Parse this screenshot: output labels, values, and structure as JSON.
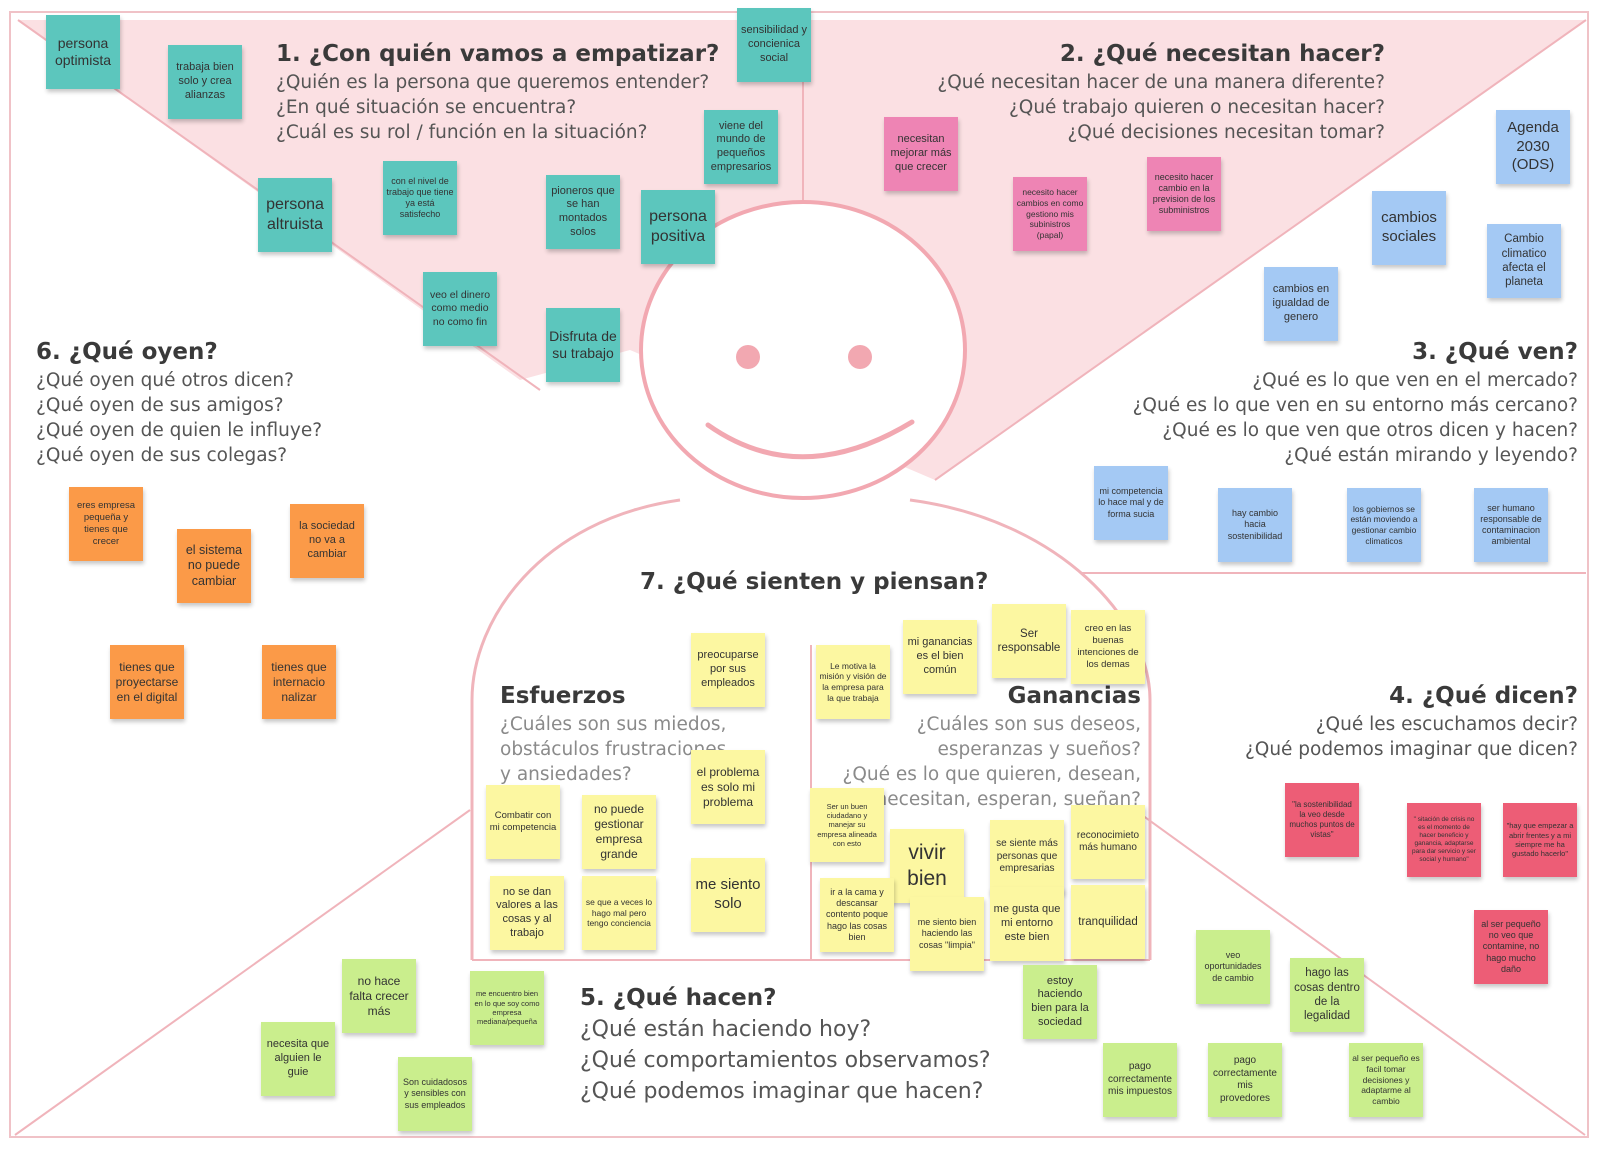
{
  "sections": {
    "s1": {
      "title": "1. ¿Con quién vamos a empatizar?",
      "lines": [
        "¿Quién es la persona que queremos entender?",
        "¿En qué situación se encuentra?",
        "¿Cuál es su rol / función en la situación?"
      ]
    },
    "s2": {
      "title": "2. ¿Qué necesitan hacer?",
      "lines": [
        "¿Qué necesitan hacer de una manera diferente?",
        "¿Qué trabajo quieren o necesitan hacer?",
        "¿Qué decisiones necesitan tomar?"
      ]
    },
    "s3": {
      "title": "3. ¿Qué ven?",
      "lines": [
        "¿Qué es lo que ven en el mercado?",
        "¿Qué es lo que ven en su entorno más cercano?",
        "¿Qué es lo que ven que otros dicen y hacen?",
        "¿Qué están mirando y leyendo?"
      ]
    },
    "s4": {
      "title": "4. ¿Qué dicen?",
      "lines": [
        "¿Qué les escuchamos decir?",
        "¿Qué podemos imaginar que dicen?"
      ]
    },
    "s5": {
      "title": "5. ¿Qué hacen?",
      "lines": [
        "¿Qué están haciendo hoy?",
        "¿Qué comportamientos observamos?",
        "¿Qué podemos imaginar que hacen?"
      ]
    },
    "s6": {
      "title": "6. ¿Qué oyen?",
      "lines": [
        "¿Qué oyen qué otros dicen?",
        "¿Qué oyen de sus amigos?",
        "¿Qué oyen de quien le influye?",
        "¿Qué oyen de sus colegas?"
      ]
    },
    "s7": {
      "title": "7. ¿Qué sienten y piensan?",
      "lines": []
    },
    "esfuerzos": {
      "title": "Esfuerzos",
      "lines": [
        "¿Cuáles son sus miedos,",
        "obstáculos frustraciones",
        "y ansiedades?"
      ]
    },
    "ganancias": {
      "title": "Ganancias",
      "lines": [
        "¿Cuáles son sus deseos,",
        "esperanzas y sueños?",
        "¿Qué es lo que quieren, desean,",
        "necesitan, esperan, sueñan?"
      ]
    }
  },
  "notes": [
    {
      "text": "persona optimista",
      "color": "teal"
    },
    {
      "text": "trabaja bien solo y crea alianzas",
      "color": "teal"
    },
    {
      "text": "sensibilidad y concienica social",
      "color": "teal"
    },
    {
      "text": "viene del mundo de pequeños empresarios",
      "color": "teal"
    },
    {
      "text": "persona altruista",
      "color": "teal"
    },
    {
      "text": "con el nivel de trabajo que tiene ya está satisfecho",
      "color": "teal"
    },
    {
      "text": "pioneros que se han montados solos",
      "color": "teal"
    },
    {
      "text": "persona positiva",
      "color": "teal"
    },
    {
      "text": "veo el dinero como medio no como fin",
      "color": "teal"
    },
    {
      "text": "Disfruta de su trabajo",
      "color": "teal"
    },
    {
      "text": "necesitan mejorar más que crecer",
      "color": "pink"
    },
    {
      "text": "necesito hacer cambios en como gestiono mis subinistros (papal)",
      "color": "pink"
    },
    {
      "text": "necesito hacer cambio en la prevision de los subministros",
      "color": "pink"
    },
    {
      "text": "Agenda 2030 (ODS)",
      "color": "blue"
    },
    {
      "text": "cambios sociales",
      "color": "blue"
    },
    {
      "text": "Cambio climatico afecta el planeta",
      "color": "blue"
    },
    {
      "text": "cambios en igualdad de genero",
      "color": "blue"
    },
    {
      "text": "mi competencia lo hace mal y de forma sucia",
      "color": "blue"
    },
    {
      "text": "hay cambio hacia sostenibilidad",
      "color": "blue"
    },
    {
      "text": "los gobiernos se están moviendo a gestionar cambio climaticos",
      "color": "blue"
    },
    {
      "text": "ser humano responsable de contaminacion ambiental",
      "color": "blue"
    },
    {
      "text": "eres empresa pequeña y tienes que crecer",
      "color": "orange"
    },
    {
      "text": "el sistema no puede cambiar",
      "color": "orange"
    },
    {
      "text": "la sociedad no va a cambiar",
      "color": "orange"
    },
    {
      "text": "tienes que proyectarse en el digital",
      "color": "orange"
    },
    {
      "text": "tienes que internacio nalizar",
      "color": "orange"
    },
    {
      "text": "preocuparse por sus empleados",
      "color": "yellow"
    },
    {
      "text": "el problema es solo mi problema",
      "color": "yellow"
    },
    {
      "text": "Combatir con mi competencia",
      "color": "yellow"
    },
    {
      "text": "no puede gestionar empresa grande",
      "color": "yellow"
    },
    {
      "text": "me siento solo",
      "color": "yellow"
    },
    {
      "text": "no se dan valores a las cosas y al trabajo",
      "color": "yellow"
    },
    {
      "text": "se que a veces lo hago mal pero tengo conciencia",
      "color": "yellow"
    },
    {
      "text": "Le motiva la misión y visión de la empresa para la que trabaja",
      "color": "yellow"
    },
    {
      "text": "mi ganancias es el bien común",
      "color": "yellow"
    },
    {
      "text": "Ser responsable",
      "color": "yellow"
    },
    {
      "text": "creo en las buenas intenciones de los demas",
      "color": "yellow"
    },
    {
      "text": "Ser un buen ciudadano y manejar su empresa alineada con esto",
      "color": "yellow"
    },
    {
      "text": "vivir bien",
      "color": "yellow"
    },
    {
      "text": "se siente más personas que empresarias",
      "color": "yellow"
    },
    {
      "text": "reconocimieto más humano",
      "color": "yellow"
    },
    {
      "text": "ir a la cama y descansar contento poque hago las cosas bien",
      "color": "yellow"
    },
    {
      "text": "me siento bien haciendo las cosas \"limpia\"",
      "color": "yellow"
    },
    {
      "text": "me gusta que mi entorno este bien",
      "color": "yellow"
    },
    {
      "text": "tranquilidad",
      "color": "yellow"
    },
    {
      "text": "\"la sostenibilidad la veo desde muchos puntos de vistas\"",
      "color": "red"
    },
    {
      "text": "\" sitación de crisis no es el momento de hacer beneficio y ganancia, adaptarse para dar servicio y ser social y humano\"",
      "color": "red"
    },
    {
      "text": "\"hay que empezar a abrir frentes y a mi siempre me ha gustado hacerlo\"",
      "color": "red"
    },
    {
      "text": "al ser pequeño no veo que contamine, no hago mucho daño",
      "color": "red"
    },
    {
      "text": "no hace falta crecer más",
      "color": "green"
    },
    {
      "text": "me encuentro bien en lo que soy como empresa mediana/pequeña",
      "color": "green"
    },
    {
      "text": "necesita que alguien le guie",
      "color": "green"
    },
    {
      "text": "Son cuidadosos y sensibles con sus empleados",
      "color": "green"
    },
    {
      "text": "estoy haciendo bien para la sociedad",
      "color": "green"
    },
    {
      "text": "veo oportunidades de cambio",
      "color": "green"
    },
    {
      "text": "hago las cosas dentro de la legalidad",
      "color": "green"
    },
    {
      "text": "pago correctamente mis impuestos",
      "color": "green"
    },
    {
      "text": "pago correctamente mis provedores",
      "color": "green"
    },
    {
      "text": "al ser pequeño es facil tomar decisiones y adaptarme al cambio",
      "color": "green"
    }
  ],
  "colors": {
    "teal": "#5cc6bd",
    "pink": "#ee84b4",
    "blue": "#a4c9f4",
    "orange": "#fb9a48",
    "yellow": "#fcf7a1",
    "green": "#caee8d",
    "red": "#ed5d76",
    "frame_line": "#f0b4bb",
    "top_fill": "#fbe0e3",
    "face": "#f2a8b1"
  }
}
